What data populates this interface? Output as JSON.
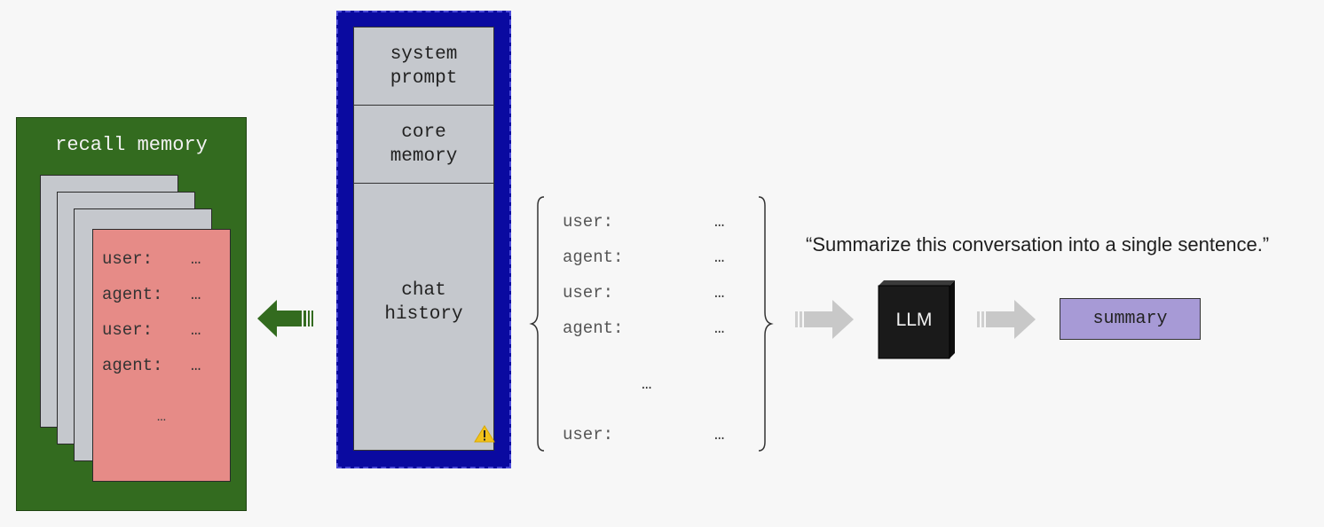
{
  "recall_memory": {
    "title": "recall memory",
    "lines": [
      {
        "role": "user:",
        "text": "…"
      },
      {
        "role": "agent:",
        "text": "…"
      },
      {
        "role": "user:",
        "text": "…"
      },
      {
        "role": "agent:",
        "text": "…"
      }
    ],
    "ellipsis": "…"
  },
  "context_window": {
    "system_prompt": "system\nprompt",
    "core_memory": "core\nmemory",
    "chat_history": "chat\nhistory",
    "warning_icon": "warning-icon"
  },
  "transcript": {
    "lines": [
      {
        "role": "user:",
        "text": "…"
      },
      {
        "role": "agent:",
        "text": "…"
      },
      {
        "role": "user:",
        "text": "…"
      },
      {
        "role": "agent:",
        "text": "…"
      }
    ],
    "middle_ellipsis": "…",
    "last_line": {
      "role": "user:",
      "text": "…"
    }
  },
  "prompt_quote": "“Summarize this conversation into a single sentence.”",
  "llm_label": "LLM",
  "summary_label": "summary",
  "colors": {
    "recall_bg": "#336b1f",
    "context_border": "#0a0aa0",
    "context_fill": "#c5c8cd",
    "message_card": "#e68b87",
    "summary_fill": "#a79ad6",
    "llm_box": "#1a1a1a",
    "evict_arrow": "#336b1f",
    "flow_arrow": "#c8c8c8"
  }
}
